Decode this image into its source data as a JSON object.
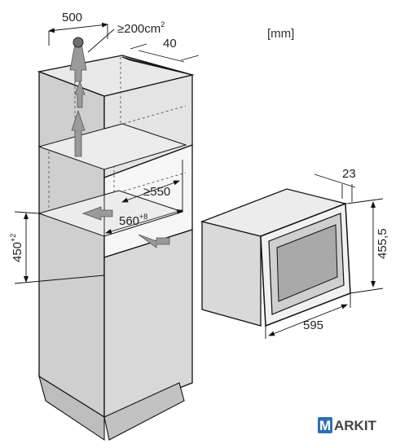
{
  "units": "[mm]",
  "dimensions": {
    "top_width": "500",
    "vent_area": "≥200cm",
    "vent_area_exp": "2",
    "top_depth": "40",
    "niche_depth": "≥550",
    "niche_width": "560",
    "niche_width_sup": "+8",
    "niche_height": "450",
    "niche_height_sup": "+2",
    "appliance_depth": "23",
    "appliance_height": "455,5",
    "appliance_width": "595"
  },
  "logo": {
    "letter": "M",
    "text": "ARKIT"
  },
  "colors": {
    "cabinet_fill": "#d4d4d4",
    "cabinet_dark": "#b8b8b8",
    "arrow_fill": "#9a9a9a",
    "logo_accent": "#2e6fb3"
  }
}
